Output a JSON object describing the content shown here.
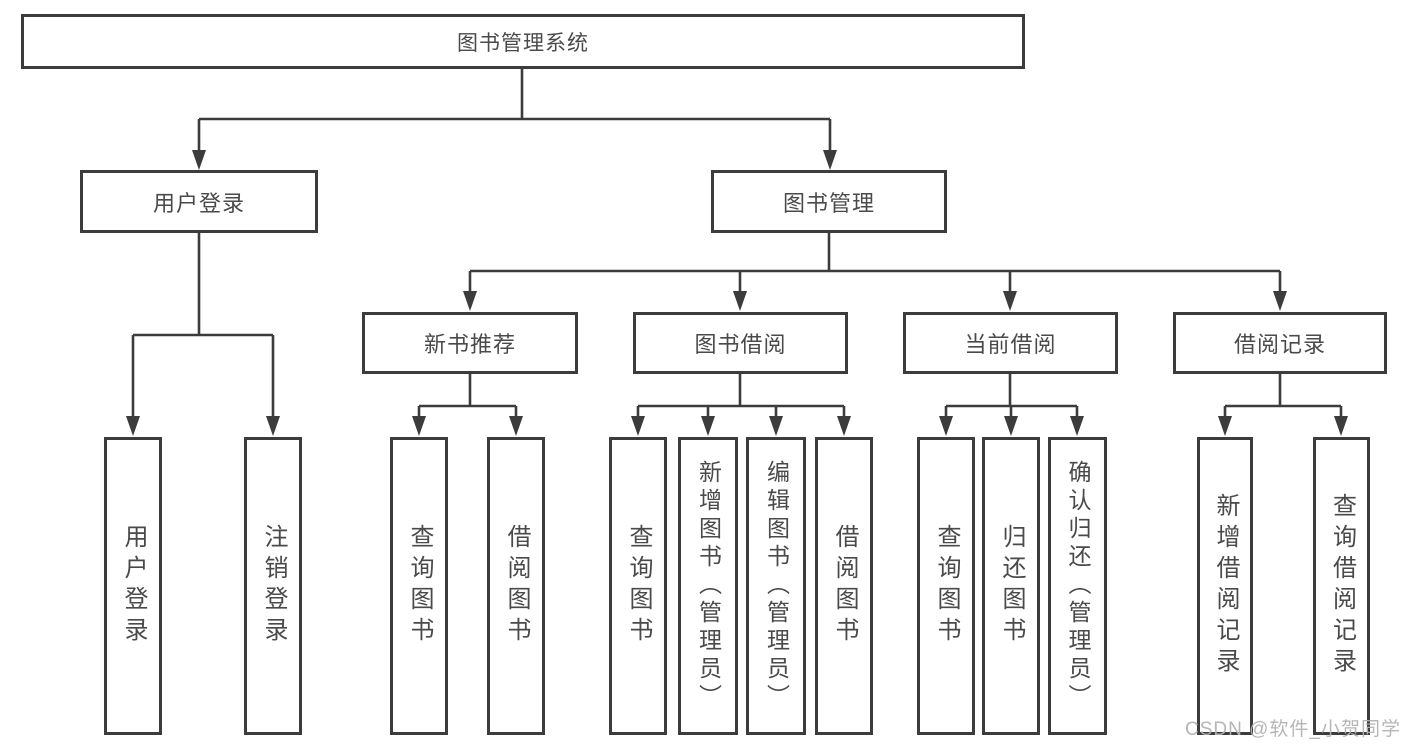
{
  "root": {
    "label": "图书管理系统"
  },
  "branches": [
    {
      "label": "用户登录"
    },
    {
      "label": "图书管理"
    }
  ],
  "modules": [
    {
      "label": "新书推荐"
    },
    {
      "label": "图书借阅"
    },
    {
      "label": "当前借阅"
    },
    {
      "label": "借阅记录"
    }
  ],
  "leaves": [
    {
      "label": "用户登录"
    },
    {
      "label": "注销登录"
    },
    {
      "label": "查询图书"
    },
    {
      "label": "借阅图书"
    },
    {
      "label": "查询图书"
    },
    {
      "label": "新增图书（管理员）"
    },
    {
      "label": "编辑图书（管理员）"
    },
    {
      "label": "借阅图书"
    },
    {
      "label": "查询图书"
    },
    {
      "label": "归还图书"
    },
    {
      "label": "确认归还（管理员）"
    },
    {
      "label": "新增借阅记录"
    },
    {
      "label": "查询借阅记录"
    }
  ],
  "watermark": "CSDN @软件_小贺同学",
  "colors": {
    "line": "#3c3c3c",
    "text": "#4a4a4a",
    "watermark": "#b3b3b3"
  }
}
